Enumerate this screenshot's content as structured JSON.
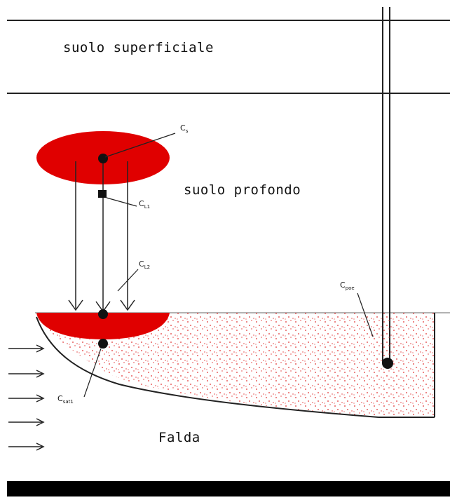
{
  "layers": {
    "topsoil_label": "suolo superficiale",
    "subsoil_label": "suolo profondo",
    "aquifer_label": "Falda"
  },
  "symbols": {
    "c_source": {
      "main": "C",
      "sub": "s"
    },
    "c_leach_1": {
      "main": "C",
      "sub": "L1"
    },
    "c_leach_2": {
      "main": "C",
      "sub": "L2"
    },
    "c_well": {
      "main": "C",
      "sub": "poe"
    },
    "c_mixed": {
      "main": "C",
      "sub": "sat1"
    }
  },
  "colors": {
    "source_red": "#e00000",
    "plume_dots": "#e03030",
    "lines": "#222222",
    "bottom_bar": "#000000"
  },
  "flow": {
    "groundwater_arrows": 5,
    "leaching_arrows": 3
  }
}
